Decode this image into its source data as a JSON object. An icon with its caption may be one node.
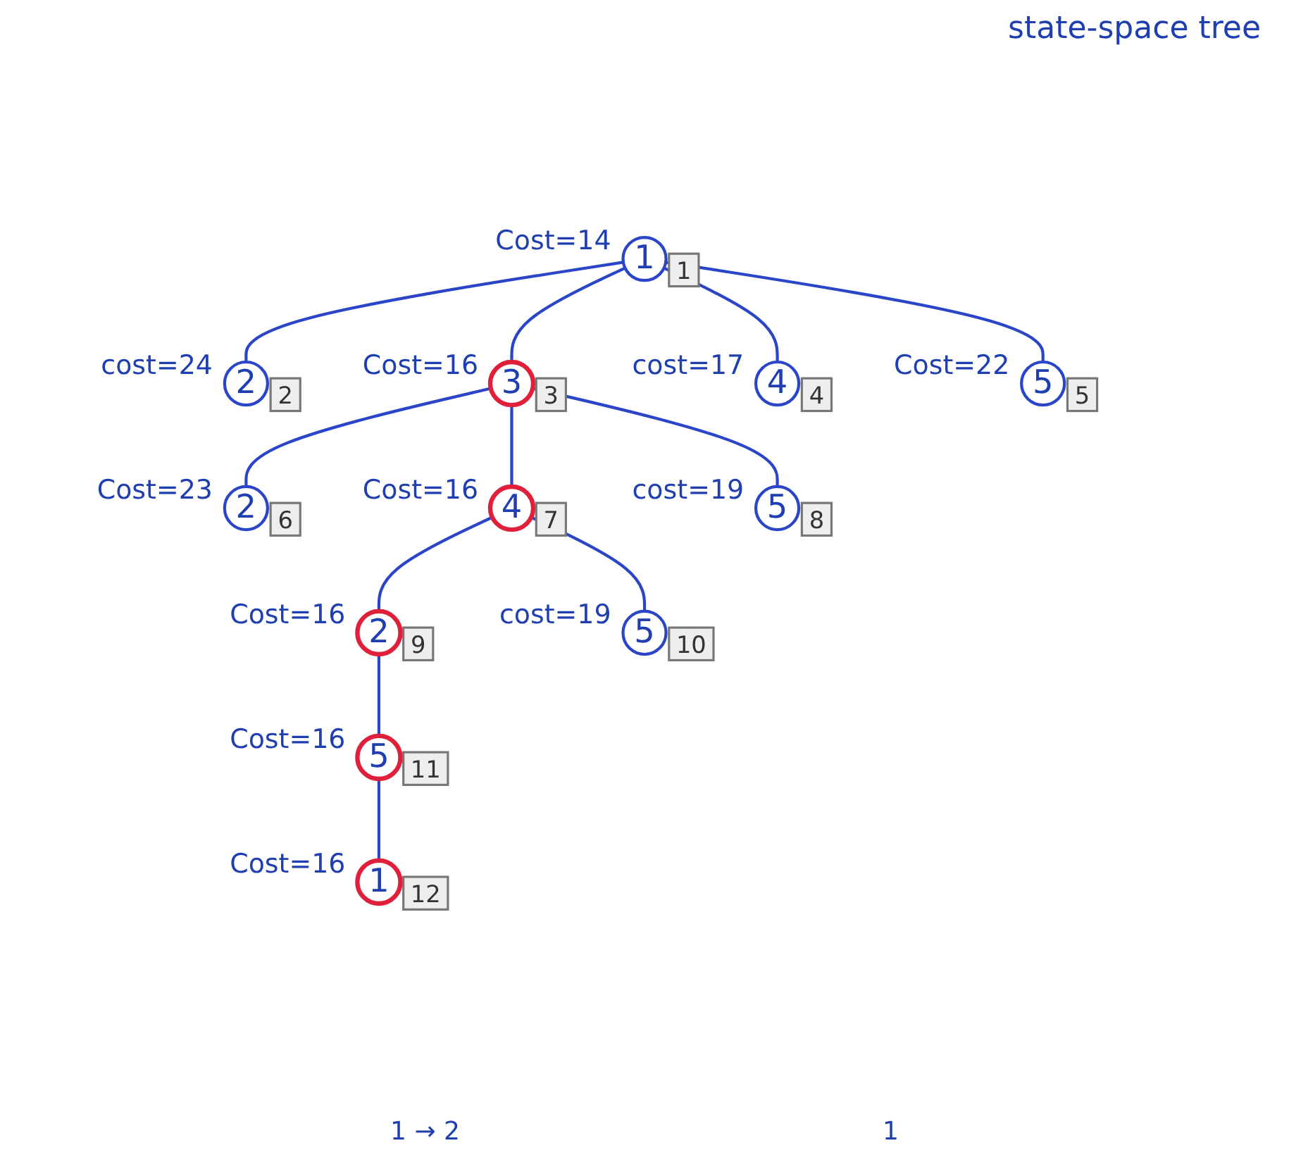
{
  "diagram": {
    "title": "state-space tree",
    "nodes": [
      {
        "text": [
          "1"
        ],
        "beside": [
          "Cost=14",
          "1"
        ]
      },
      {
        "text": [
          "2"
        ],
        "beside": [
          "cost=24",
          "2"
        ]
      },
      {
        "text": [
          "3"
        ],
        "beside": [
          "Cost=16",
          "3"
        ]
      },
      {
        "text": [
          "4"
        ],
        "beside": [
          "cost=17",
          "4"
        ]
      },
      {
        "text": [
          "5"
        ],
        "beside": [
          "Cost=22",
          "5"
        ]
      },
      {
        "text": [
          "2"
        ],
        "beside": [
          "Cost=23",
          "6"
        ]
      },
      {
        "text": [
          "4"
        ],
        "beside": [
          "Cost=16",
          "7"
        ]
      },
      {
        "text": [
          "5"
        ],
        "beside": [
          "cost=19",
          "8"
        ]
      },
      {
        "text": [
          "2"
        ],
        "beside": [
          "Cost=16",
          "9"
        ]
      },
      {
        "text": [
          "5"
        ],
        "beside": [
          "cost=19",
          "10"
        ]
      },
      {
        "text": [
          "5"
        ],
        "beside": [
          "Cost=16",
          "11"
        ]
      },
      {
        "text": [
          "1"
        ],
        "beside": [
          "Cost=16",
          "12"
        ]
      }
    ],
    "edges": [
      {
        "from": 0,
        "to": 1,
        "arrow": "none"
      },
      {
        "from": 0,
        "to": 2,
        "arrow": "none"
      },
      {
        "from": 0,
        "to": 3,
        "arrow": "none"
      },
      {
        "from": 0,
        "to": 4,
        "arrow": "none"
      },
      {
        "from": 2,
        "to": 5,
        "arrow": "none"
      },
      {
        "from": 2,
        "to": 6,
        "arrow": "none"
      },
      {
        "from": 2,
        "to": 7,
        "arrow": "none"
      },
      {
        "from": 6,
        "to": 8,
        "arrow": "none"
      },
      {
        "from": 6,
        "to": 9,
        "arrow": "none"
      },
      {
        "from": 8,
        "to": 10,
        "arrow": "none"
      },
      {
        "from": 10,
        "to": 11,
        "arrow": "none"
      }
    ],
    "labels": [
      "1 → 2",
      "1"
    ]
  }
}
